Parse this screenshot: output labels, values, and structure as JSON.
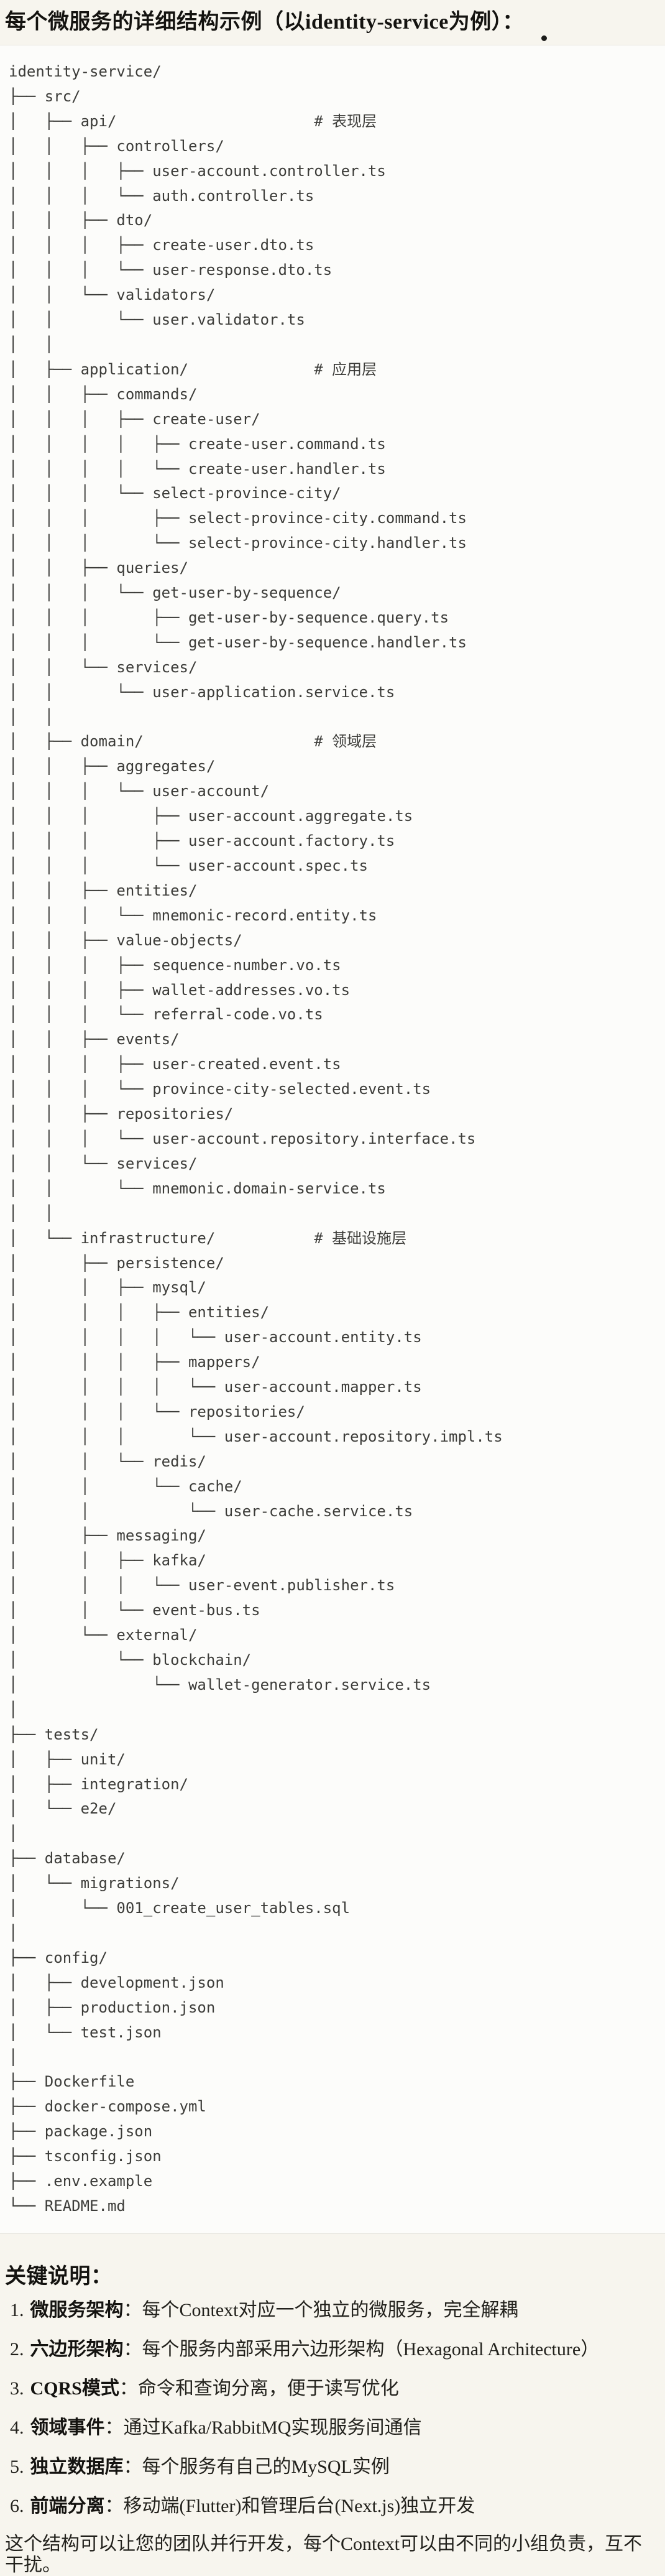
{
  "page": {
    "title": "每个微服务的详细结构示例（以identity-service为例）：",
    "colors": {
      "page_bg": "#F7F5EE",
      "code_bg": "#FCFCFA",
      "code_border": "#E7E5DE",
      "code_text": "#3C3C39",
      "heading_text": "#141310",
      "body_text": "#22211C"
    }
  },
  "code_block": {
    "tree": "identity-service/\n├── src/\n│   ├── api/                      # 表现层\n│   │   ├── controllers/\n│   │   │   ├── user-account.controller.ts\n│   │   │   └── auth.controller.ts\n│   │   ├── dto/\n│   │   │   ├── create-user.dto.ts\n│   │   │   └── user-response.dto.ts\n│   │   └── validators/\n│   │       └── user.validator.ts\n│   │\n│   ├── application/              # 应用层\n│   │   ├── commands/\n│   │   │   ├── create-user/\n│   │   │   │   ├── create-user.command.ts\n│   │   │   │   └── create-user.handler.ts\n│   │   │   └── select-province-city/\n│   │   │       ├── select-province-city.command.ts\n│   │   │       └── select-province-city.handler.ts\n│   │   ├── queries/\n│   │   │   └── get-user-by-sequence/\n│   │   │       ├── get-user-by-sequence.query.ts\n│   │   │       └── get-user-by-sequence.handler.ts\n│   │   └── services/\n│   │       └── user-application.service.ts\n│   │\n│   ├── domain/                   # 领域层\n│   │   ├── aggregates/\n│   │   │   └── user-account/\n│   │   │       ├── user-account.aggregate.ts\n│   │   │       ├── user-account.factory.ts\n│   │   │       └── user-account.spec.ts\n│   │   ├── entities/\n│   │   │   └── mnemonic-record.entity.ts\n│   │   ├── value-objects/\n│   │   │   ├── sequence-number.vo.ts\n│   │   │   ├── wallet-addresses.vo.ts\n│   │   │   └── referral-code.vo.ts\n│   │   ├── events/\n│   │   │   ├── user-created.event.ts\n│   │   │   └── province-city-selected.event.ts\n│   │   ├── repositories/\n│   │   │   └── user-account.repository.interface.ts\n│   │   └── services/\n│   │       └── mnemonic.domain-service.ts\n│   │\n│   └── infrastructure/           # 基础设施层\n│       ├── persistence/\n│       │   ├── mysql/\n│       │   │   ├── entities/\n│       │   │   │   └── user-account.entity.ts\n│       │   │   ├── mappers/\n│       │   │   │   └── user-account.mapper.ts\n│       │   │   └── repositories/\n│       │   │       └── user-account.repository.impl.ts\n│       │   └── redis/\n│       │       └── cache/\n│       │           └── user-cache.service.ts\n│       ├── messaging/\n│       │   ├── kafka/\n│       │   │   └── user-event.publisher.ts\n│       │   └── event-bus.ts\n│       └── external/\n│           └── blockchain/\n│               └── wallet-generator.service.ts\n│\n├── tests/\n│   ├── unit/\n│   ├── integration/\n│   └── e2e/\n│\n├── database/\n│   └── migrations/\n│       └── 001_create_user_tables.sql\n│\n├── config/\n│   ├── development.json\n│   ├── production.json\n│   └── test.json\n│\n├── Dockerfile\n├── docker-compose.yml\n├── package.json\n├── tsconfig.json\n├── .env.example\n└── README.md"
  },
  "notes": {
    "heading": "关键说明：",
    "items": [
      {
        "num": "1.",
        "term": "微服务架构",
        "text": "：每个Context对应一个独立的微服务，完全解耦"
      },
      {
        "num": "2.",
        "term": "六边形架构",
        "text": "：每个服务内部采用六边形架构（Hexagonal Architecture）"
      },
      {
        "num": "3.",
        "term": "CQRS模式",
        "text": "：命令和查询分离，便于读写优化"
      },
      {
        "num": "4.",
        "term": "领域事件",
        "text": "：通过Kafka/RabbitMQ实现服务间通信"
      },
      {
        "num": "5.",
        "term": "独立数据库",
        "text": "：每个服务有自己的MySQL实例"
      },
      {
        "num": "6.",
        "term": "前端分离",
        "text": "：移动端(Flutter)和管理后台(Next.js)独立开发"
      }
    ],
    "footer": "这个结构可以让您的团队并行开发，每个Context可以由不同的小组负责，互不干扰。"
  }
}
